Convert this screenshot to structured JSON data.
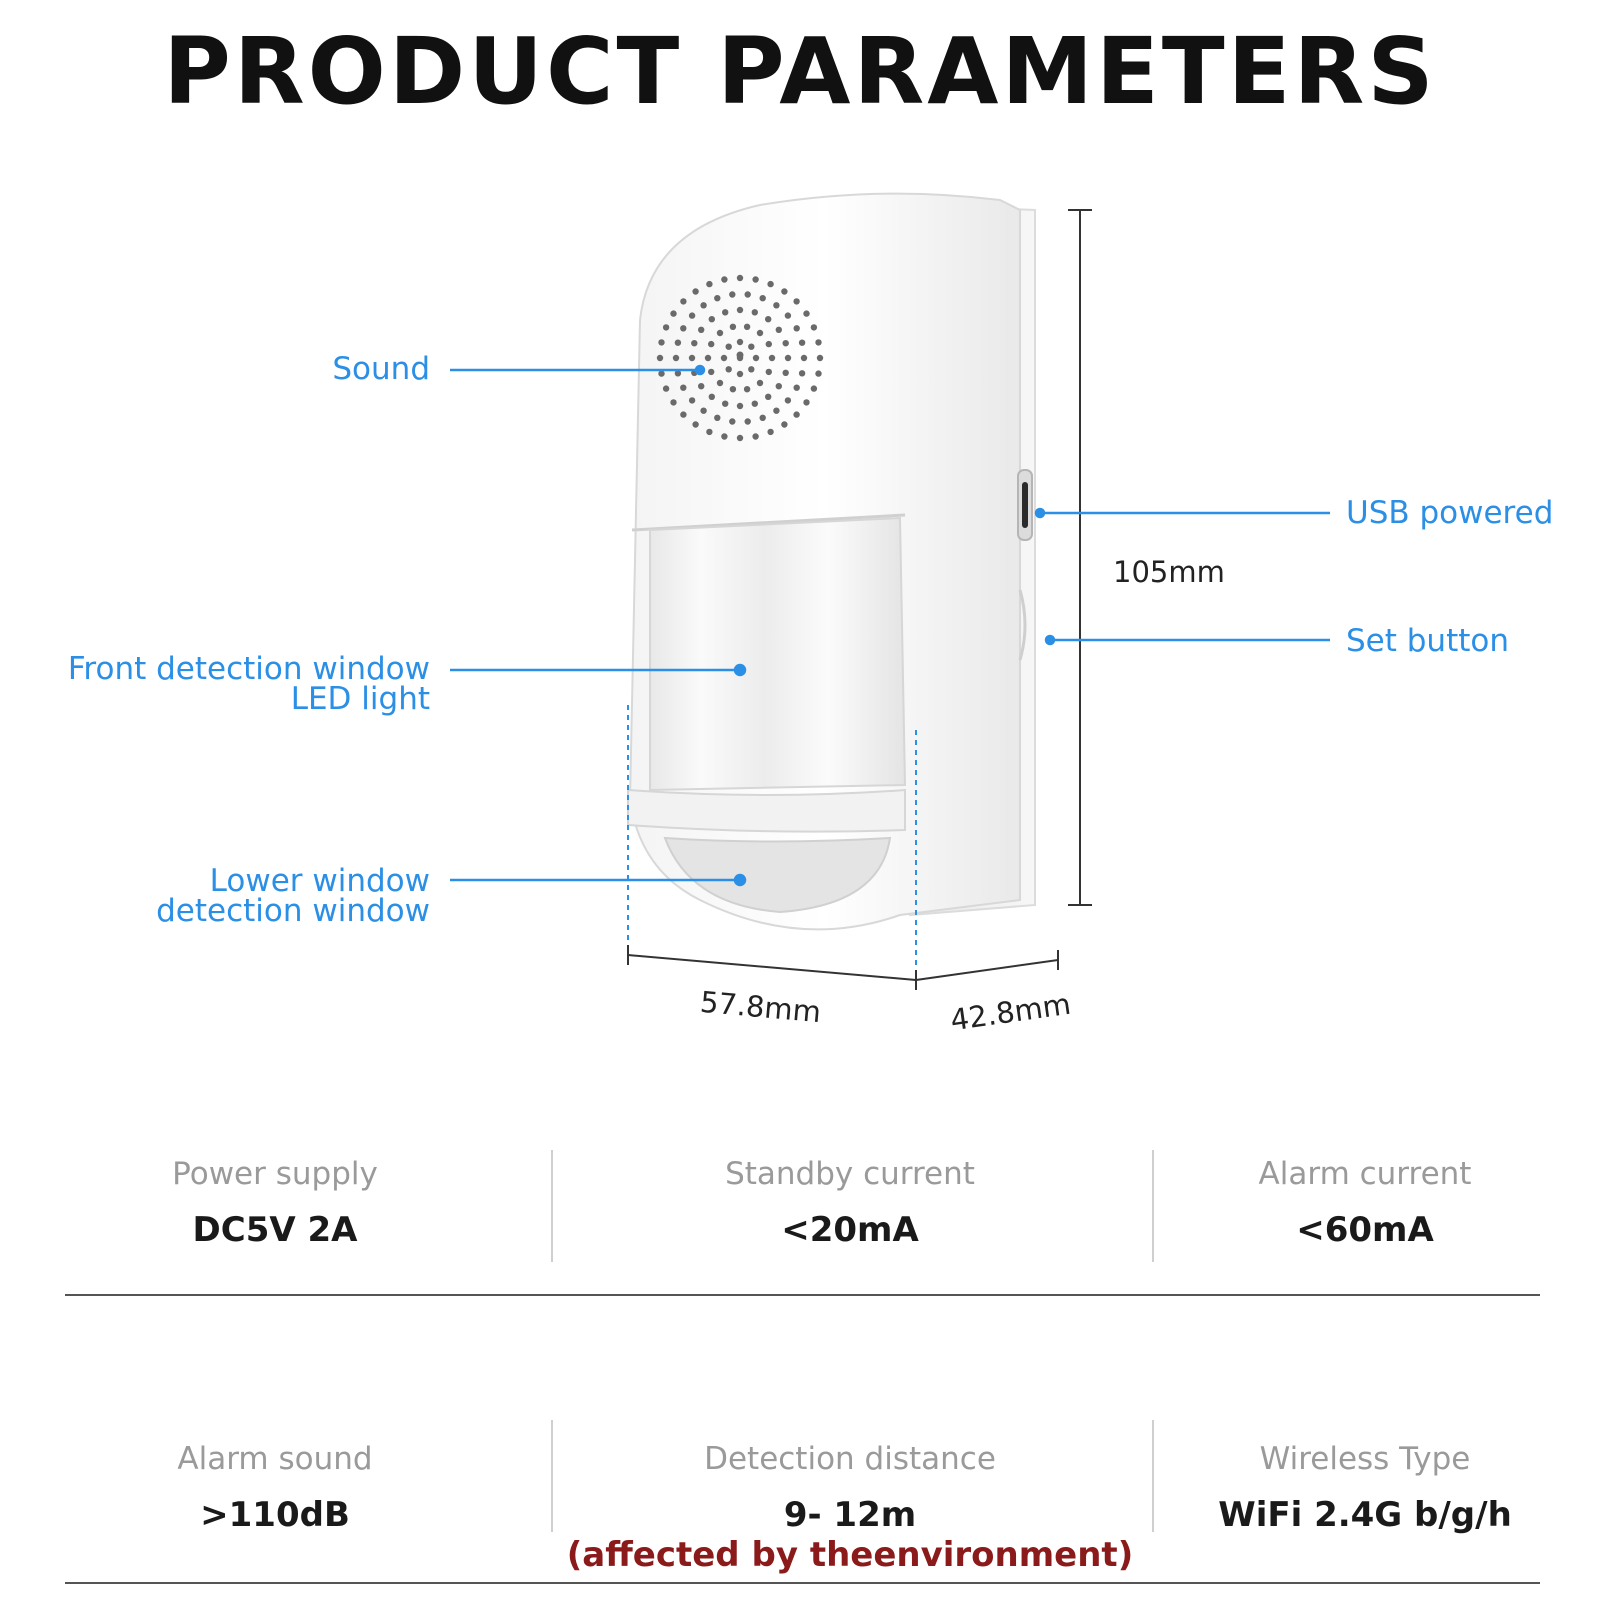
{
  "title": "PRODUCT PARAMETERS",
  "colors": {
    "accent": "#2b8fe6",
    "note": "#8b1a1a"
  },
  "callouts": {
    "sound": "Sound",
    "front_line1": "Front detection window",
    "front_line2": "LED light",
    "lower_line1": "Lower window",
    "lower_line2": "detection window",
    "usb": "USB powered",
    "set_button": "Set button"
  },
  "dimensions": {
    "height": "105mm",
    "width": "57.8mm",
    "depth": "42.8mm"
  },
  "specs": [
    {
      "label": "Power supply",
      "value": "DC5V 2A"
    },
    {
      "label": "Standby current",
      "value": "<20mA"
    },
    {
      "label": "Alarm current",
      "value": "<60mA"
    },
    {
      "label": "Alarm sound",
      "value": ">110dB"
    },
    {
      "label": "Detection distance",
      "value": "9- 12m",
      "note": "(affected by theenvironment)"
    },
    {
      "label": "Wireless Type",
      "value": "WiFi 2.4G b/g/h"
    }
  ]
}
